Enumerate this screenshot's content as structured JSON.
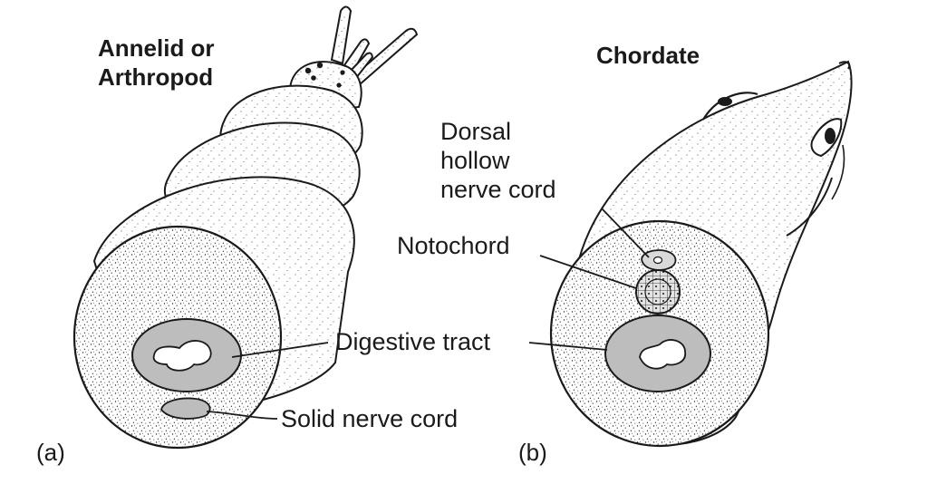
{
  "panel_a": {
    "title_line1": "Annelid or",
    "title_line2": "Arthropod",
    "letter": "(a)"
  },
  "panel_b": {
    "title": "Chordate",
    "letter": "(b)"
  },
  "labels": {
    "dorsal_line1": "Dorsal",
    "dorsal_line2": "hollow",
    "dorsal_line3": "nerve cord",
    "notochord": "Notochord",
    "digestive_tract": "Digestive tract",
    "solid_nerve_cord": "Solid nerve cord"
  },
  "colors": {
    "outline": "#1a1a1a",
    "body_fill": "#ffffff",
    "section_fill": "#d6d6d6",
    "gut_fill": "#bdbdbd",
    "stipple": "#2a2a2a"
  }
}
